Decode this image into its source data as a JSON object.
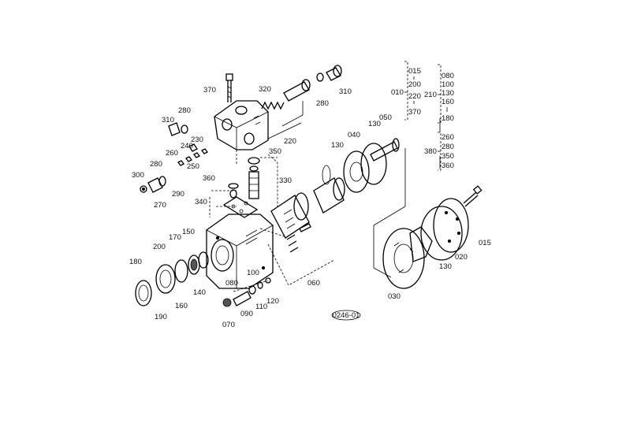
{
  "diagram": {
    "drawing_code": "0246-01",
    "part_labels": [
      {
        "id": "p370a",
        "text": "370"
      },
      {
        "id": "p320",
        "text": "320"
      },
      {
        "id": "p280a",
        "text": "280"
      },
      {
        "id": "p310a",
        "text": "310"
      },
      {
        "id": "p280b",
        "text": "280"
      },
      {
        "id": "p310b",
        "text": "310"
      },
      {
        "id": "p230",
        "text": "230"
      },
      {
        "id": "p240",
        "text": "240"
      },
      {
        "id": "p220",
        "text": "220"
      },
      {
        "id": "p260",
        "text": "260"
      },
      {
        "id": "p250",
        "text": "250"
      },
      {
        "id": "p280c",
        "text": "280"
      },
      {
        "id": "p300",
        "text": "300"
      },
      {
        "id": "p290",
        "text": "290"
      },
      {
        "id": "p270",
        "text": "270"
      },
      {
        "id": "p350",
        "text": "350"
      },
      {
        "id": "p360",
        "text": "360"
      },
      {
        "id": "p330",
        "text": "330"
      },
      {
        "id": "p340",
        "text": "340"
      },
      {
        "id": "p130a",
        "text": "130"
      },
      {
        "id": "p050",
        "text": "050"
      },
      {
        "id": "p040",
        "text": "040"
      },
      {
        "id": "p130b",
        "text": "130"
      },
      {
        "id": "p060",
        "text": "060"
      },
      {
        "id": "p150",
        "text": "150"
      },
      {
        "id": "p170",
        "text": "170"
      },
      {
        "id": "p200",
        "text": "200"
      },
      {
        "id": "p180",
        "text": "180"
      },
      {
        "id": "p160",
        "text": "160"
      },
      {
        "id": "p140",
        "text": "140"
      },
      {
        "id": "p190",
        "text": "190"
      },
      {
        "id": "p080",
        "text": "080"
      },
      {
        "id": "p100",
        "text": "100"
      },
      {
        "id": "p090",
        "text": "090"
      },
      {
        "id": "p110",
        "text": "110"
      },
      {
        "id": "p120",
        "text": "120"
      },
      {
        "id": "p070",
        "text": "070"
      },
      {
        "id": "p030",
        "text": "030"
      },
      {
        "id": "p130c",
        "text": "130"
      },
      {
        "id": "p020",
        "text": "020"
      },
      {
        "id": "p015",
        "text": "015"
      }
    ],
    "group_010": {
      "label": "010",
      "items": [
        "015",
        "200",
        "220",
        "370"
      ]
    },
    "group_210": {
      "label": "210",
      "items": [
        "080",
        "100",
        "130",
        "160",
        "180"
      ]
    },
    "group_380": {
      "label": "380",
      "items": [
        "260",
        "280",
        "350",
        "360"
      ]
    }
  }
}
